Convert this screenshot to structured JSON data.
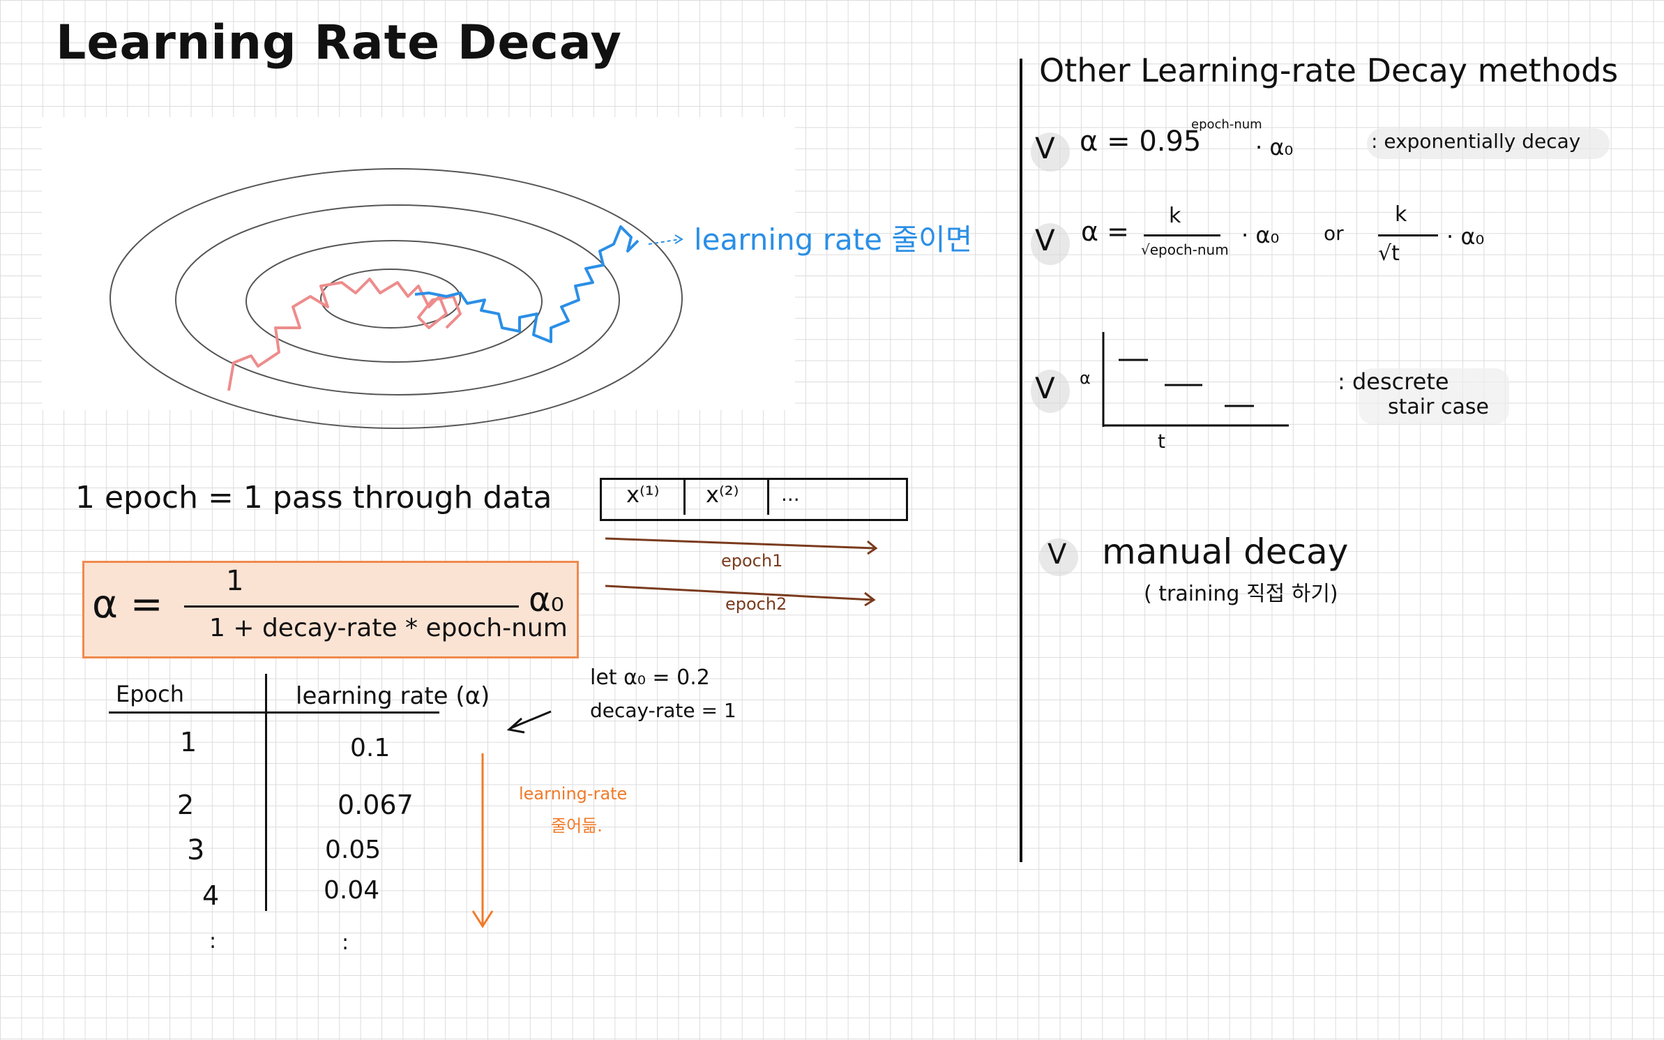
{
  "title": "Learning  Rate Decay",
  "contour": {
    "annotation": "learning rate 줄이면"
  },
  "epoch_def": {
    "text": "1 epoch  = 1 pass through data",
    "cells": [
      "x⁽¹⁾",
      "x⁽²⁾",
      "..."
    ],
    "arrow1": "epoch1",
    "arrow2": "epoch2"
  },
  "formula": {
    "lhs": "α =",
    "numerator": "1",
    "denominator": "1 + decay-rate * epoch-num",
    "rhs": "α₀",
    "highlight_color": "#fbe3d3",
    "border_color": "#ef8a4d"
  },
  "table": {
    "headers": [
      "Epoch",
      "learning rate (α)"
    ],
    "rows": [
      {
        "epoch": "1",
        "lr": "0.1"
      },
      {
        "epoch": "2",
        "lr": "0.067"
      },
      {
        "epoch": "3",
        "lr": "0.05"
      },
      {
        "epoch": "4",
        "lr": "0.04"
      },
      {
        "epoch": ":",
        "lr": ":"
      }
    ],
    "note_line1": "let  α₀ = 0.2",
    "note_line2": "decay-rate = 1",
    "trend_label_line1": "learning-rate",
    "trend_label_line2": "줄어듦."
  },
  "right": {
    "heading": "Other  Learning-rate Decay  methods",
    "check": "V",
    "m1": {
      "formula": "α = 0.95",
      "exponent": "epoch-num",
      "tail": "· α₀",
      "desc": ": exponentially decay"
    },
    "m2": {
      "lhs": "α =",
      "num1": "k",
      "den1": "√epoch-num",
      "tail1": "· α₀",
      "or": "or",
      "num2": "k",
      "den2": "√t",
      "tail2": "· α₀"
    },
    "m3": {
      "y_axis": "α",
      "x_axis": "t",
      "desc_line1": ": descrete",
      "desc_line2": "stair case"
    },
    "m4": {
      "title": "manual decay",
      "sub": "( training 직접 하기)"
    }
  },
  "colors": {
    "ink": "#111111",
    "pink": "#ee8c8c",
    "blue": "#2b8fe6",
    "orange": "#f07a28",
    "brown": "#7a3b1e",
    "check_shadow": "#d8d8d8"
  }
}
